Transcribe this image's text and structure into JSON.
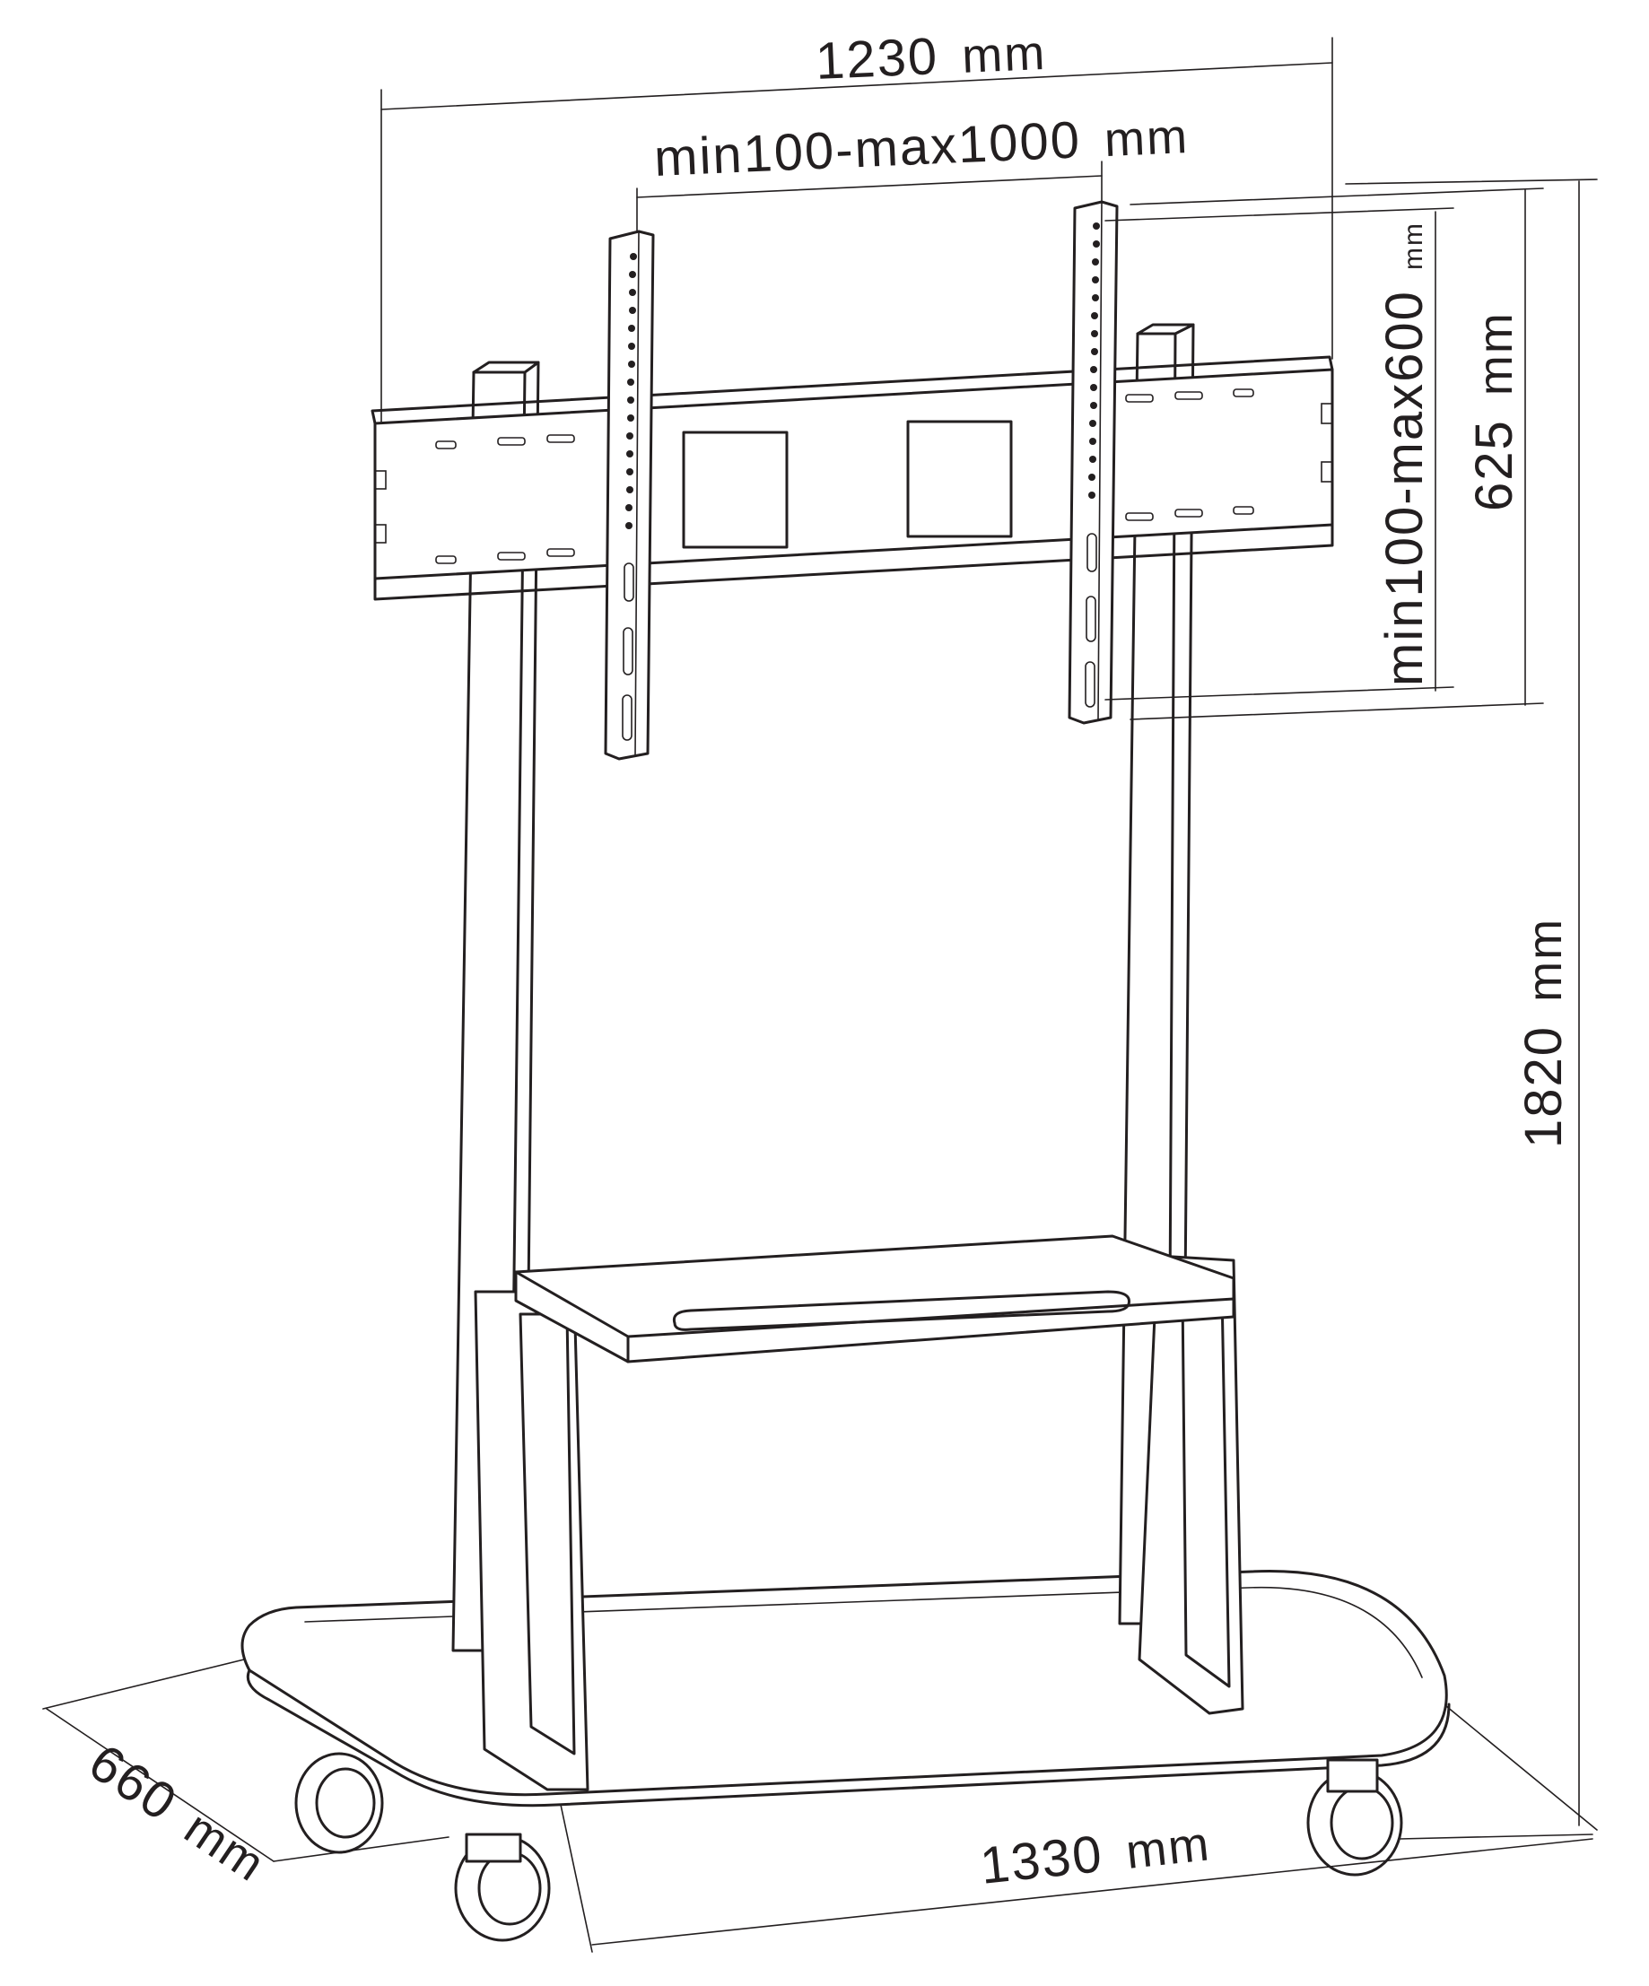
{
  "dimensions": {
    "overall_width": {
      "value": "1230",
      "unit": "mm"
    },
    "vesa_horizontal": {
      "value": "min100-max1000",
      "unit": "mm"
    },
    "vesa_vertical": {
      "value": "min100-max600",
      "unit": "mm"
    },
    "bracket_height": {
      "value": "625",
      "unit": "mm"
    },
    "total_height": {
      "value": "1820",
      "unit": "mm"
    },
    "base_depth": {
      "value": "660",
      "unit": "mm"
    },
    "base_width": {
      "value": "1330",
      "unit": "mm"
    }
  },
  "colors": {
    "line": "#231f20",
    "background": "#ffffff"
  }
}
